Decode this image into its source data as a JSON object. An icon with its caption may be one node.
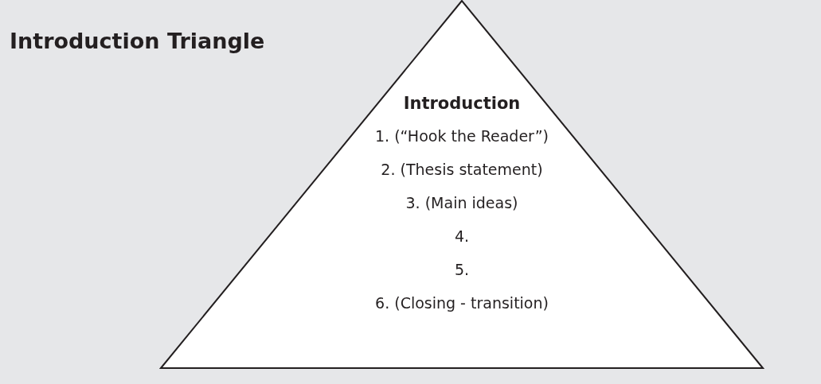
{
  "diagram": {
    "title": "Introduction Triangle",
    "nodes": [
      {
        "text": [
          "Introduction",
          "1. (“Hook the Reader”)",
          "2. (Thesis statement)",
          "3. (Main ideas)",
          "4.",
          "5.",
          "6. (Closing - transition)"
        ]
      }
    ],
    "edges": []
  }
}
